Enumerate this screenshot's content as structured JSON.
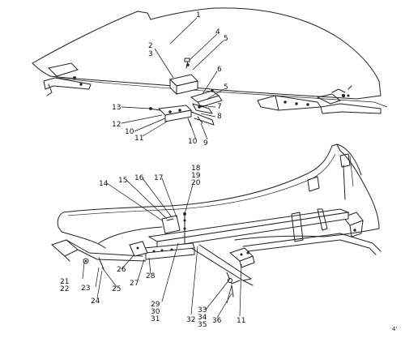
{
  "callouts": {
    "c1": "1",
    "c2": "2",
    "c3": "3",
    "c4": "4",
    "c5a": "5",
    "c5b": "5",
    "c6": "6",
    "c7": "7",
    "c8": "8",
    "c9": "9",
    "c10a": "10",
    "c10b": "10",
    "c11a": "11",
    "c12": "12",
    "c13": "13",
    "c14": "14",
    "c15": "15",
    "c16": "16",
    "c17": "17",
    "c18": "18",
    "c19": "19",
    "c20": "20",
    "c21": "21",
    "c22": "22",
    "c23": "23",
    "c24": "24",
    "c25": "25",
    "c26": "26",
    "c27": "27",
    "c28": "28",
    "c29": "29",
    "c30": "30",
    "c31": "31",
    "c32": "32",
    "c33": "33",
    "c34": "34",
    "c35": "35",
    "c36": "36",
    "c11b": "11"
  },
  "corner_mark": "4'"
}
